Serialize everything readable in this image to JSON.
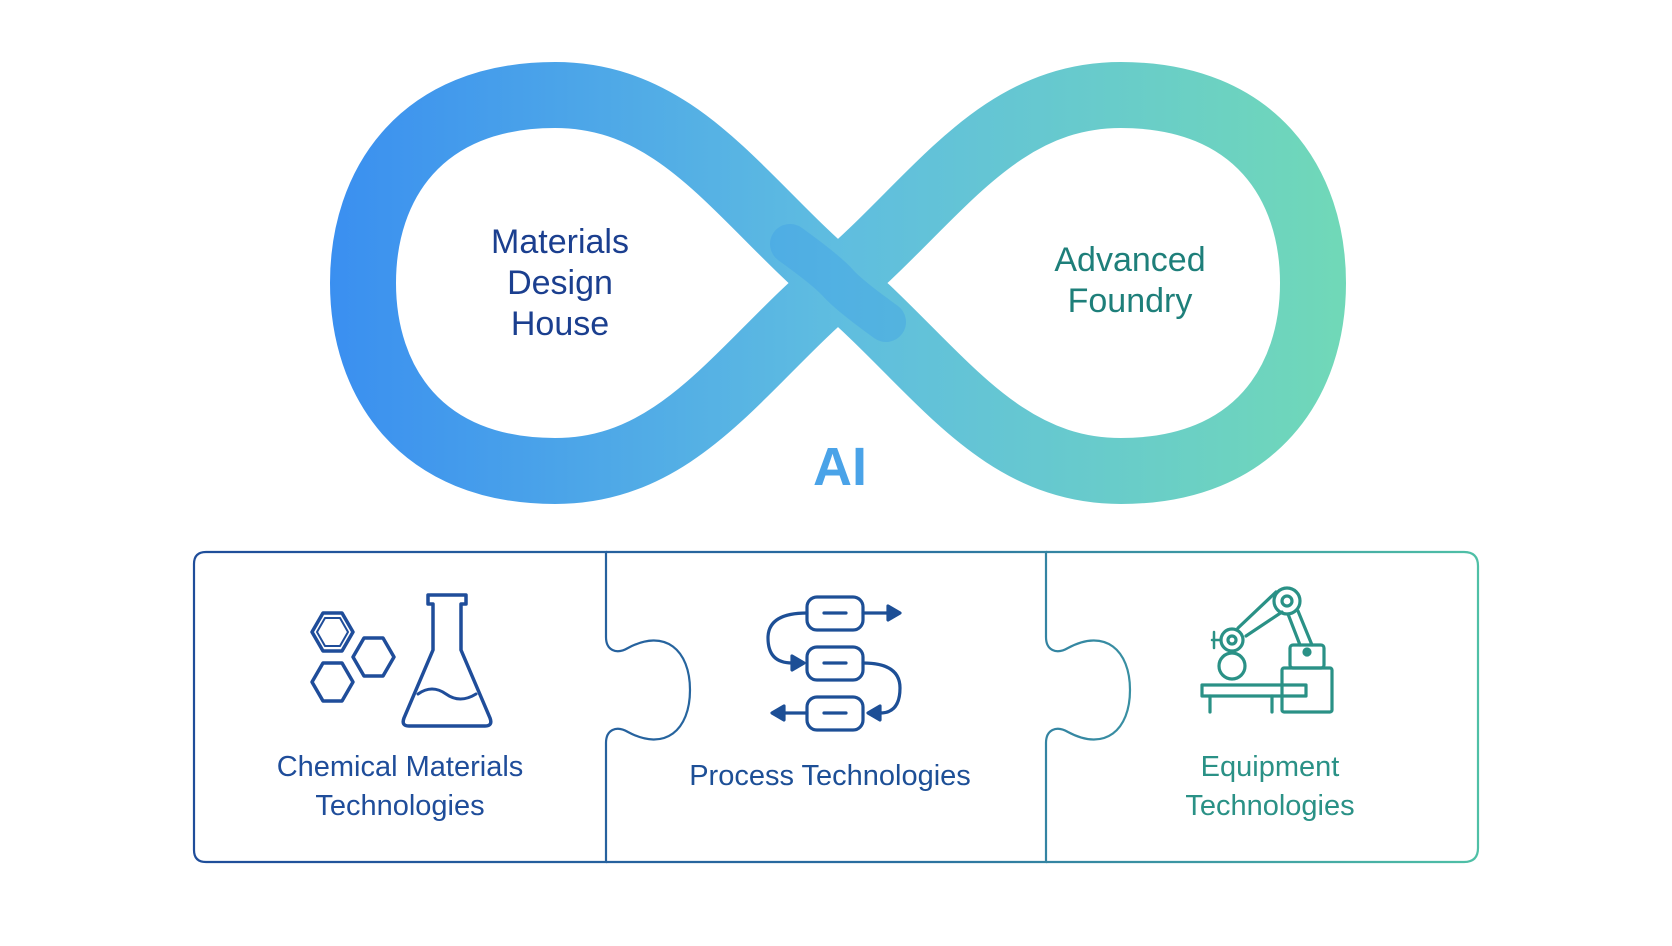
{
  "infinity": {
    "left_loop": [
      "Materials",
      "Design",
      "House"
    ],
    "right_loop": [
      "Advanced",
      "Foundry"
    ],
    "center": "AI"
  },
  "pieces": [
    {
      "lines": [
        "Chemical Materials",
        "Technologies"
      ],
      "icon": "molecule-flask-icon"
    },
    {
      "lines": [
        "Process Technologies"
      ],
      "icon": "process-flow-icon"
    },
    {
      "lines": [
        "Equipment",
        "Technologies"
      ],
      "icon": "robotic-arm-icon"
    }
  ],
  "colors": {
    "gradient_start": "#3a8ff0",
    "gradient_end": "#70d8b8",
    "blue_text": "#1b3f8f",
    "teal_text": "#1e7f7a",
    "ai_text": "#4aa3e8"
  }
}
